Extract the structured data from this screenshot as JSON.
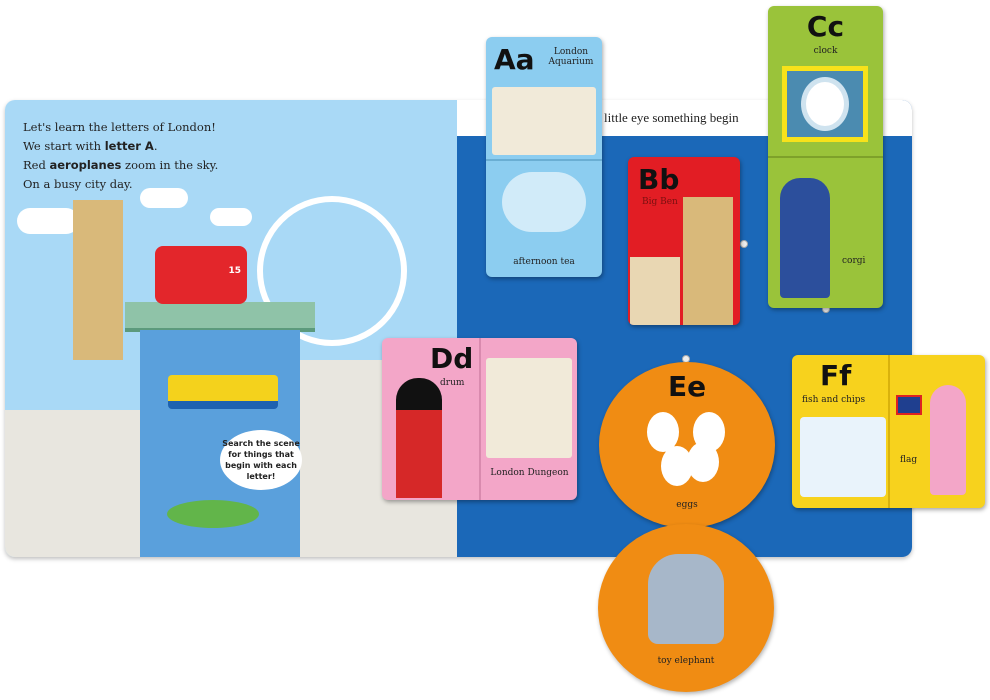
{
  "left_page": {
    "line1": "Let's learn the letters of London!",
    "line2a": "We start with ",
    "line2b": "letter A",
    "line2c": ".",
    "line3a": "Red ",
    "line3b": "aeroplanes",
    "line3c": " zoom in the sky.",
    "line4": "On a busy city day.",
    "bubble": "Search the scene for things that begin with each letter!",
    "bus_number": "15"
  },
  "right_page": {
    "banner": "little eye something begin"
  },
  "flaps": [
    {
      "letter": "Aa",
      "top_label": "London Aquarium",
      "bottom_label": "afternoon tea",
      "color": "#8ccdf0"
    },
    {
      "letter": "Bb",
      "label": "Big Ben",
      "color": "#e21d24"
    },
    {
      "letter": "Cc",
      "top_label": "clock",
      "bottom_label": "corgi",
      "color": "#9ac33a"
    },
    {
      "letter": "Dd",
      "top_label": "drum",
      "bottom_label": "London Dungeon",
      "color": "#f3a6c8"
    },
    {
      "letter": "Ee",
      "top_label": "eggs",
      "bottom_label": "toy elephant",
      "color": "#f08c13"
    },
    {
      "letter": "Ff",
      "top_label": "fish and chips",
      "bottom_label": "flag",
      "color": "#f7d21d"
    }
  ],
  "colors": {
    "left_page": "#a9d9f6",
    "right_page": "#1b68b8"
  }
}
